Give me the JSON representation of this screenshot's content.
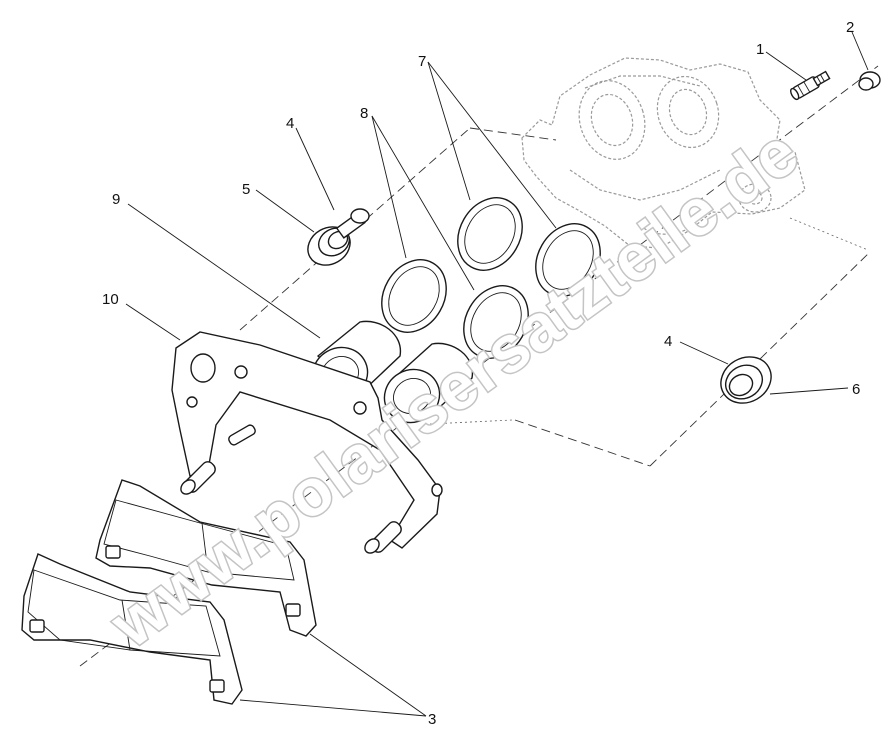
{
  "diagram": {
    "callouts": [
      "1",
      "2",
      "3",
      "4",
      "4",
      "5",
      "6",
      "7",
      "8",
      "9",
      "10"
    ],
    "watermark": "www.polarisersatzteile.de"
  }
}
